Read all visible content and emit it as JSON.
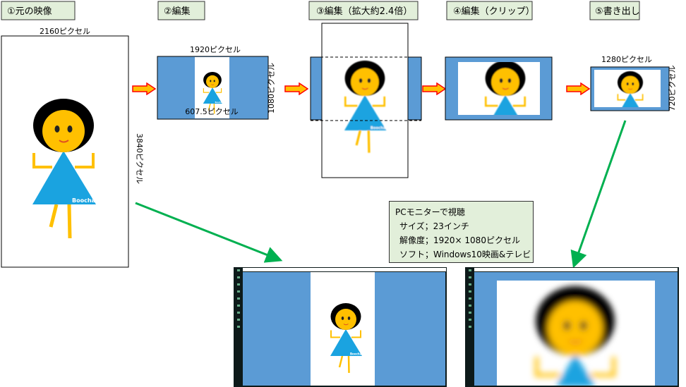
{
  "steps": [
    {
      "label": "①元の映像"
    },
    {
      "label": "②編集"
    },
    {
      "label": "③編集（拡大約2.4倍）"
    },
    {
      "label": "④編集（クリップ）"
    },
    {
      "label": "⑤書き出し"
    }
  ],
  "dimensions": {
    "original_width": "2160ピクセル",
    "original_height": "3840ピクセル",
    "edit_width": "1920ピクセル",
    "edit_inner_width": "607.5ピクセル",
    "edit_height": "1080ピクセル",
    "export_width": "1280ピクセル",
    "export_height": "720ピクセル"
  },
  "figure_watermark": "Boochan",
  "info": {
    "title": "PCモニターで視聴",
    "size": "サイズ；23インチ",
    "resolution": "解像度；1920× 1080ピクセル",
    "software": "ソフト；Windows10映画&テレビ"
  },
  "colors": {
    "step_box": "#e2efda",
    "frame_blue": "#5b9bd5",
    "arrow_fill": "#ffc000",
    "arrow_border": "#ff0000",
    "green_arrow": "#00b050",
    "dress": "#1aa3e0",
    "skin": "#ffc000"
  }
}
